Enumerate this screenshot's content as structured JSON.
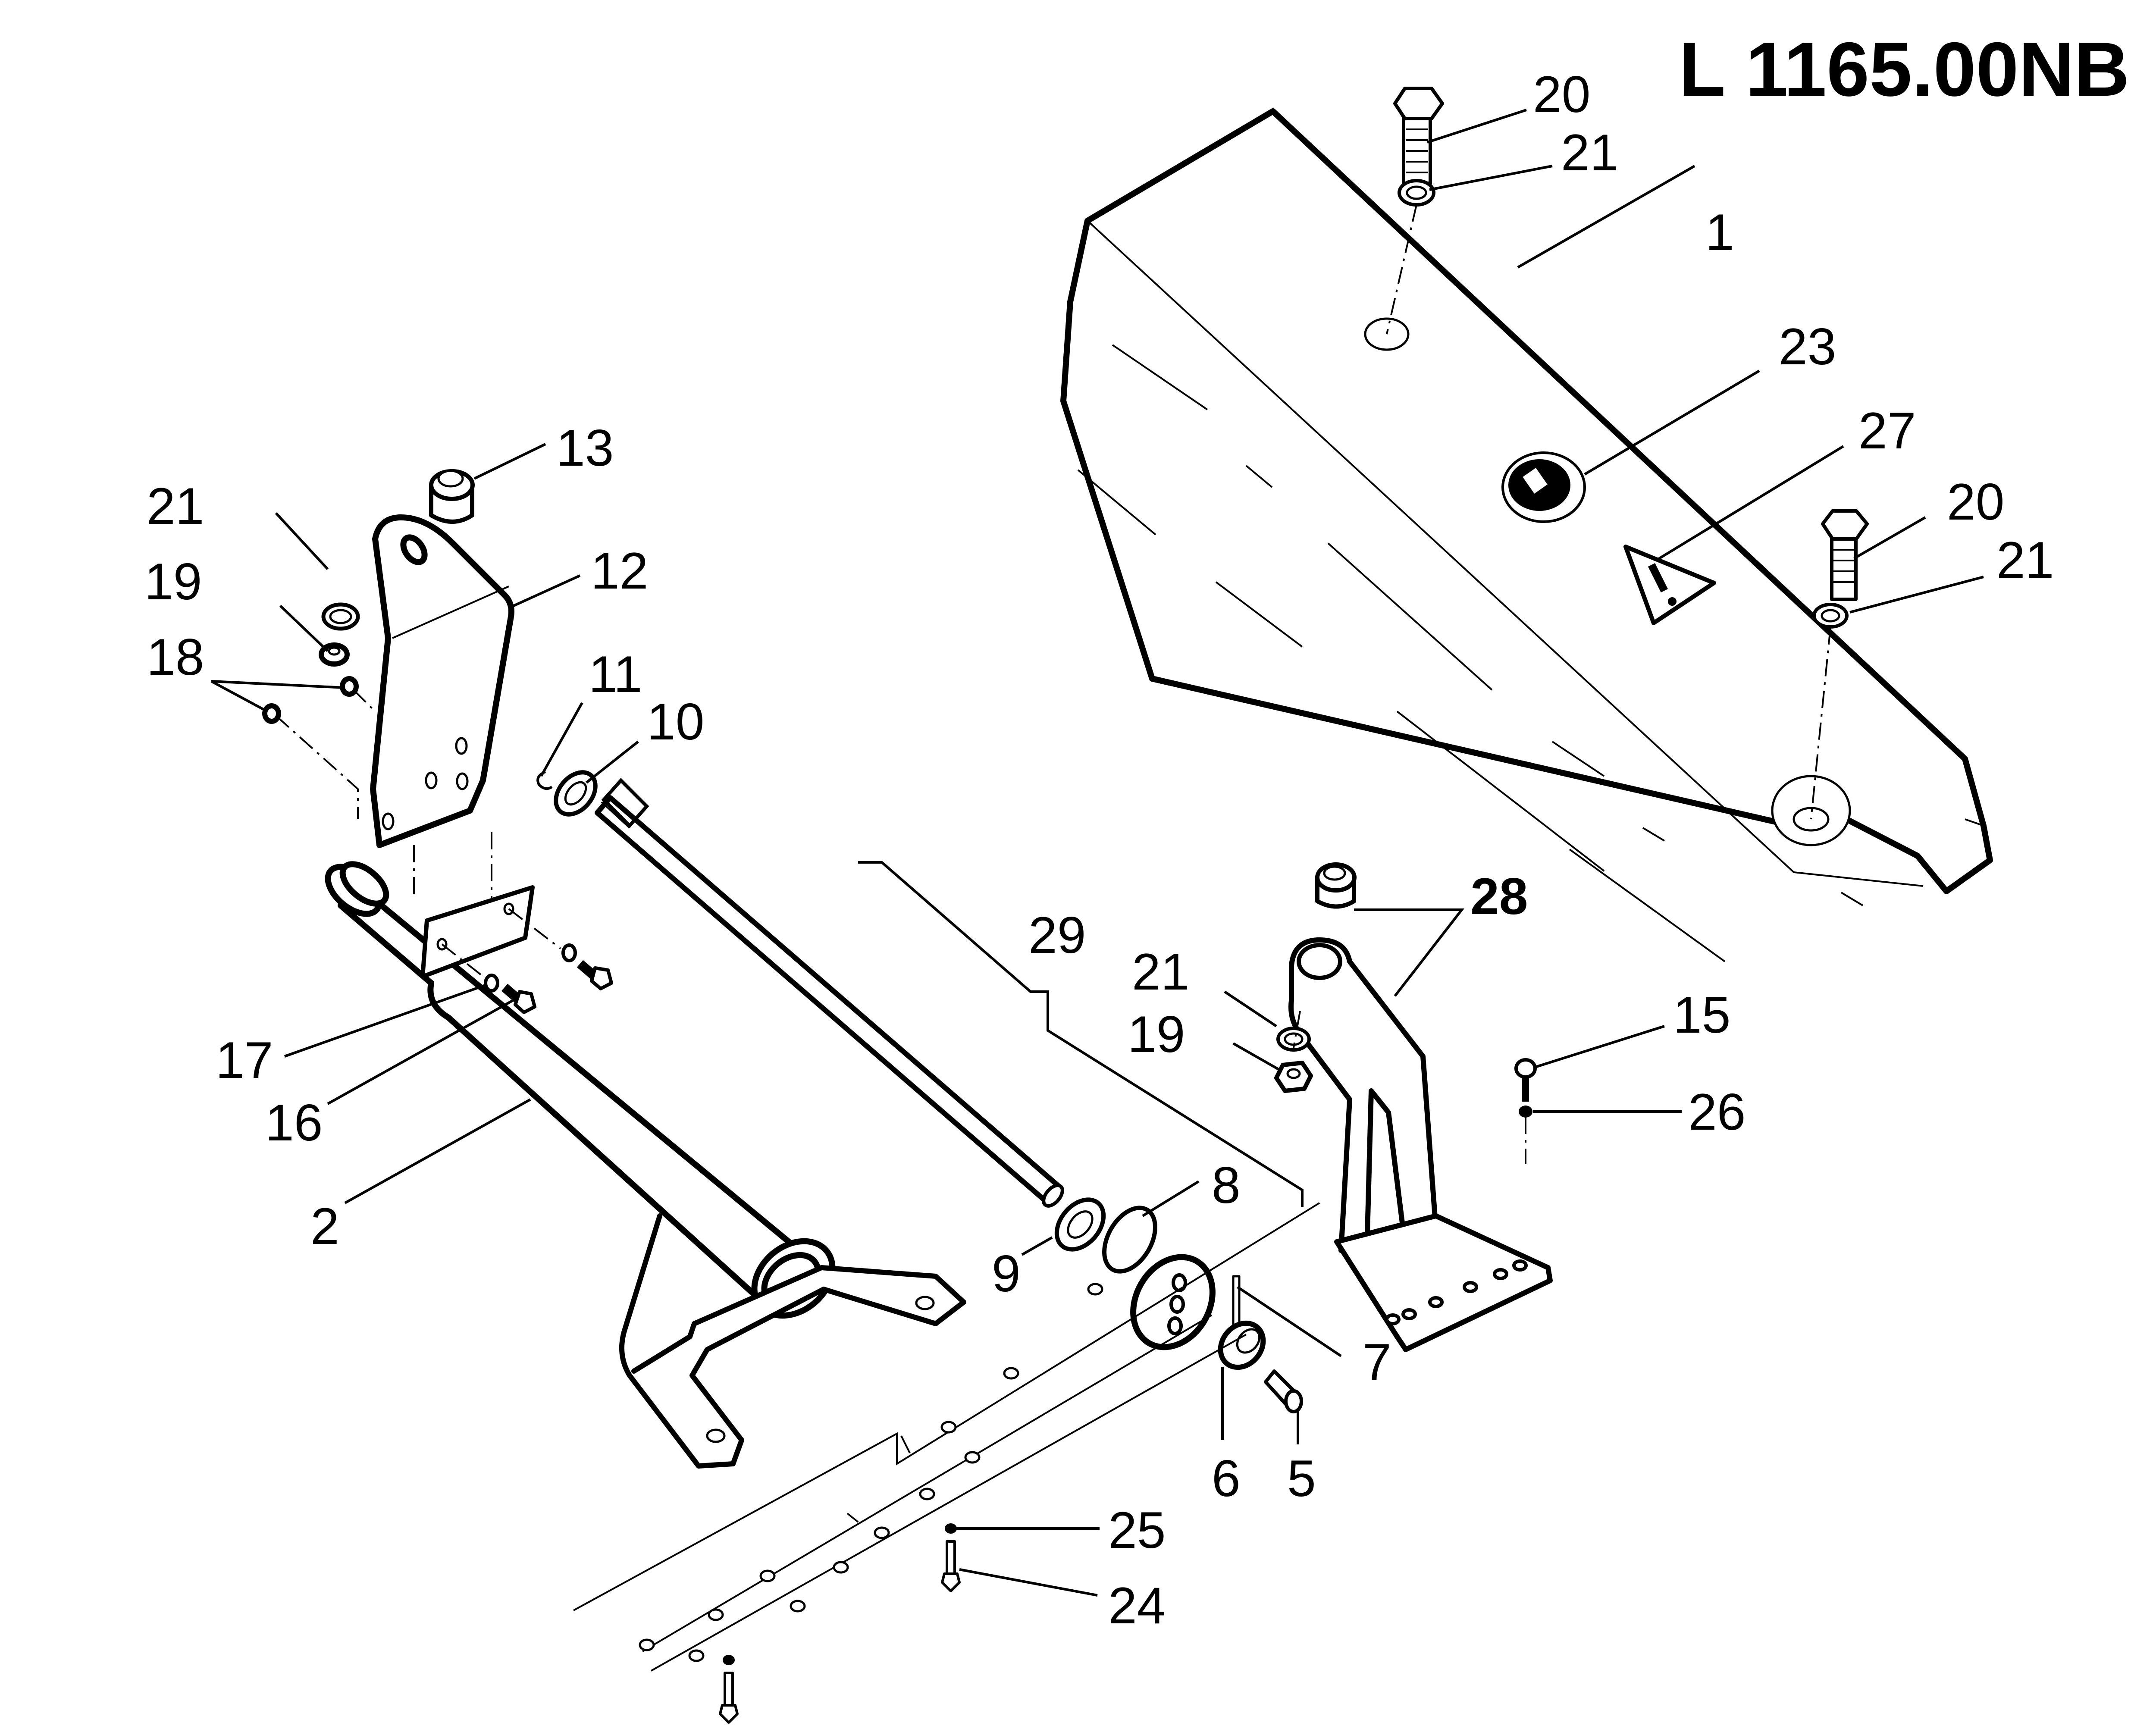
{
  "drawing": {
    "reference_code": "L 1165.00NB",
    "type": "exploded parts diagram"
  },
  "callouts": [
    {
      "id": "c1",
      "number": "1",
      "part": "cover-guard"
    },
    {
      "id": "c2",
      "number": "2",
      "part": "frame-tube"
    },
    {
      "id": "c5",
      "number": "5",
      "part": "bushing-pin"
    },
    {
      "id": "c6",
      "number": "6",
      "part": "bushing"
    },
    {
      "id": "c7",
      "number": "7",
      "part": "roll-pin"
    },
    {
      "id": "c8",
      "number": "8",
      "part": "circlip"
    },
    {
      "id": "c9",
      "number": "9",
      "part": "bearing"
    },
    {
      "id": "c10",
      "number": "10",
      "part": "bearing"
    },
    {
      "id": "c11",
      "number": "11",
      "part": "circlip"
    },
    {
      "id": "c12",
      "number": "12",
      "part": "bracket-plate"
    },
    {
      "id": "c13",
      "number": "13",
      "part": "bushing"
    },
    {
      "id": "c15",
      "number": "15",
      "part": "bolt"
    },
    {
      "id": "c16",
      "number": "16",
      "part": "bolt"
    },
    {
      "id": "c17",
      "number": "17",
      "part": "washer"
    },
    {
      "id": "c18",
      "number": "18",
      "part": "nut"
    },
    {
      "id": "c19a",
      "number": "19",
      "part": "nut"
    },
    {
      "id": "c19b",
      "number": "19",
      "part": "nut"
    },
    {
      "id": "c20a",
      "number": "20",
      "part": "bolt"
    },
    {
      "id": "c20b",
      "number": "20",
      "part": "bolt"
    },
    {
      "id": "c21a",
      "number": "21",
      "part": "washer"
    },
    {
      "id": "c21b",
      "number": "21",
      "part": "washer"
    },
    {
      "id": "c21c",
      "number": "21",
      "part": "washer"
    },
    {
      "id": "c21d",
      "number": "21",
      "part": "washer"
    },
    {
      "id": "c23",
      "number": "23",
      "part": "rotation-decal"
    },
    {
      "id": "c24",
      "number": "24",
      "part": "bolt"
    },
    {
      "id": "c25",
      "number": "25",
      "part": "washer"
    },
    {
      "id": "c26",
      "number": "26",
      "part": "washer"
    },
    {
      "id": "c27",
      "number": "27",
      "part": "warning-decal"
    },
    {
      "id": "c28",
      "number": "28",
      "part": "arm-with-bushing"
    },
    {
      "id": "c29",
      "number": "29",
      "part": "drive-shaft"
    }
  ],
  "labels": {
    "n1": "1",
    "n2": "2",
    "n5": "5",
    "n6": "6",
    "n7": "7",
    "n8": "8",
    "n9": "9",
    "n10": "10",
    "n11": "11",
    "n12": "12",
    "n13": "13",
    "n15": "15",
    "n16": "16",
    "n17": "17",
    "n18": "18",
    "n19": "19",
    "n20": "20",
    "n21": "21",
    "n23": "23",
    "n24": "24",
    "n25": "25",
    "n26": "26",
    "n27": "27",
    "n28": "28",
    "n29": "29"
  }
}
